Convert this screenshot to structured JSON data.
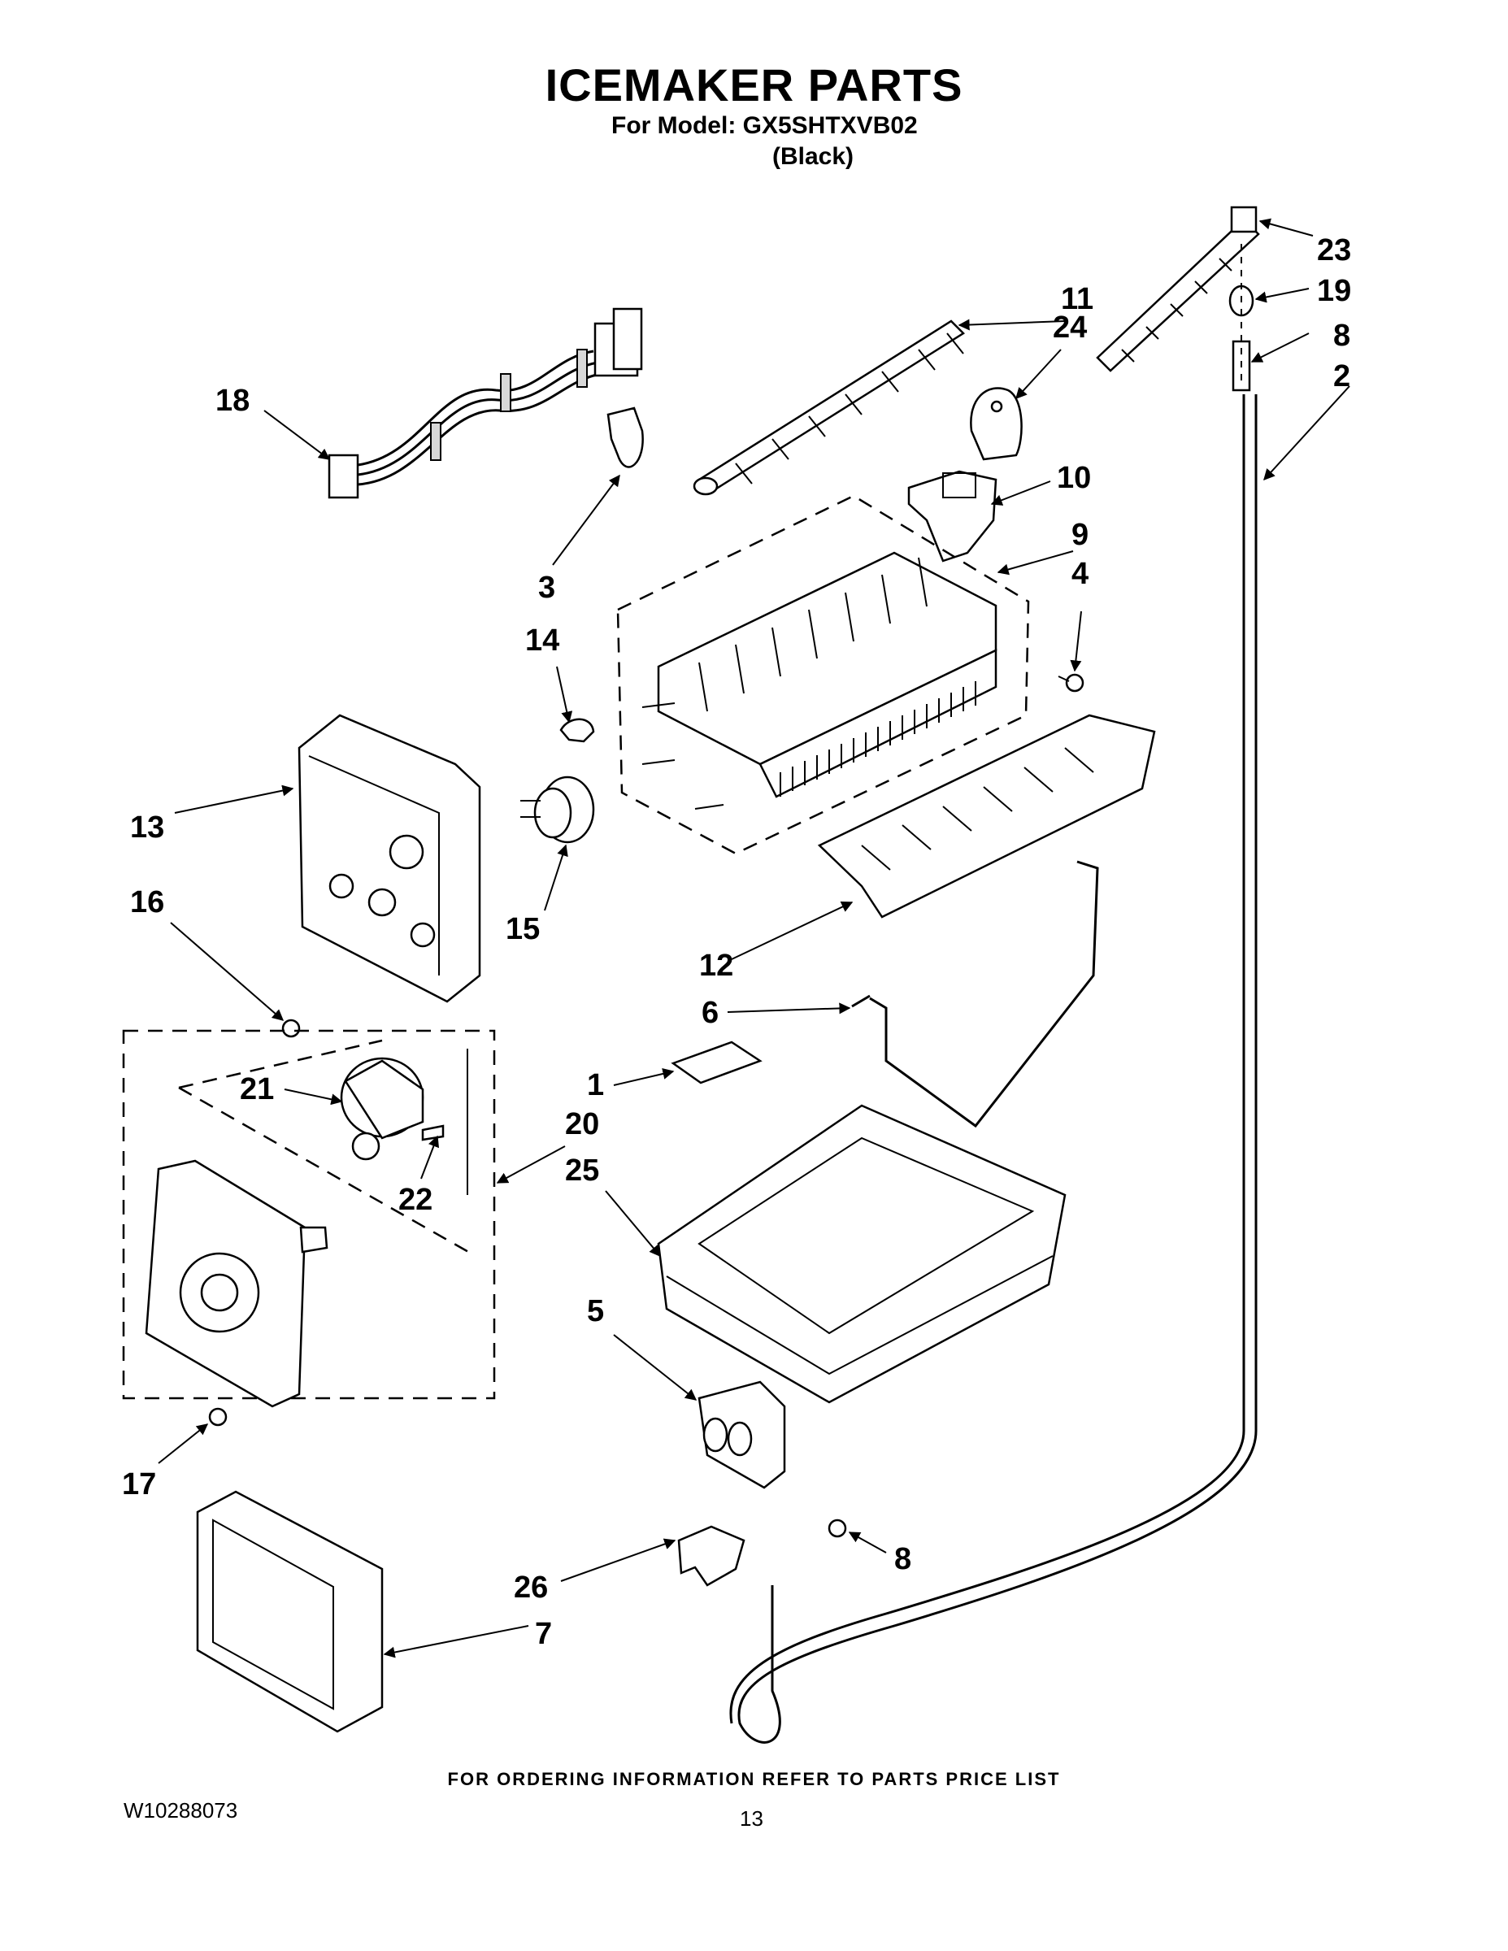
{
  "header": {
    "title": "ICEMAKER PARTS",
    "model_line": "For Model: GX5SHTXVB02",
    "variant": "(Black)"
  },
  "callouts": {
    "c1": "1",
    "c2": "2",
    "c3": "3",
    "c4": "4",
    "c5": "5",
    "c6": "6",
    "c7": "7",
    "c8a": "8",
    "c8b": "8",
    "c9": "9",
    "c10": "10",
    "c11": "11",
    "c12": "12",
    "c13": "13",
    "c14": "14",
    "c15": "15",
    "c16": "16",
    "c17": "17",
    "c18": "18",
    "c19": "19",
    "c20": "20",
    "c21": "21",
    "c22": "22",
    "c23": "23",
    "c24": "24",
    "c25": "25",
    "c26": "26"
  },
  "footer": {
    "ordering_note": "FOR ORDERING INFORMATION REFER TO PARTS PRICE LIST",
    "doc_number": "W10288073",
    "page_number": "13"
  }
}
